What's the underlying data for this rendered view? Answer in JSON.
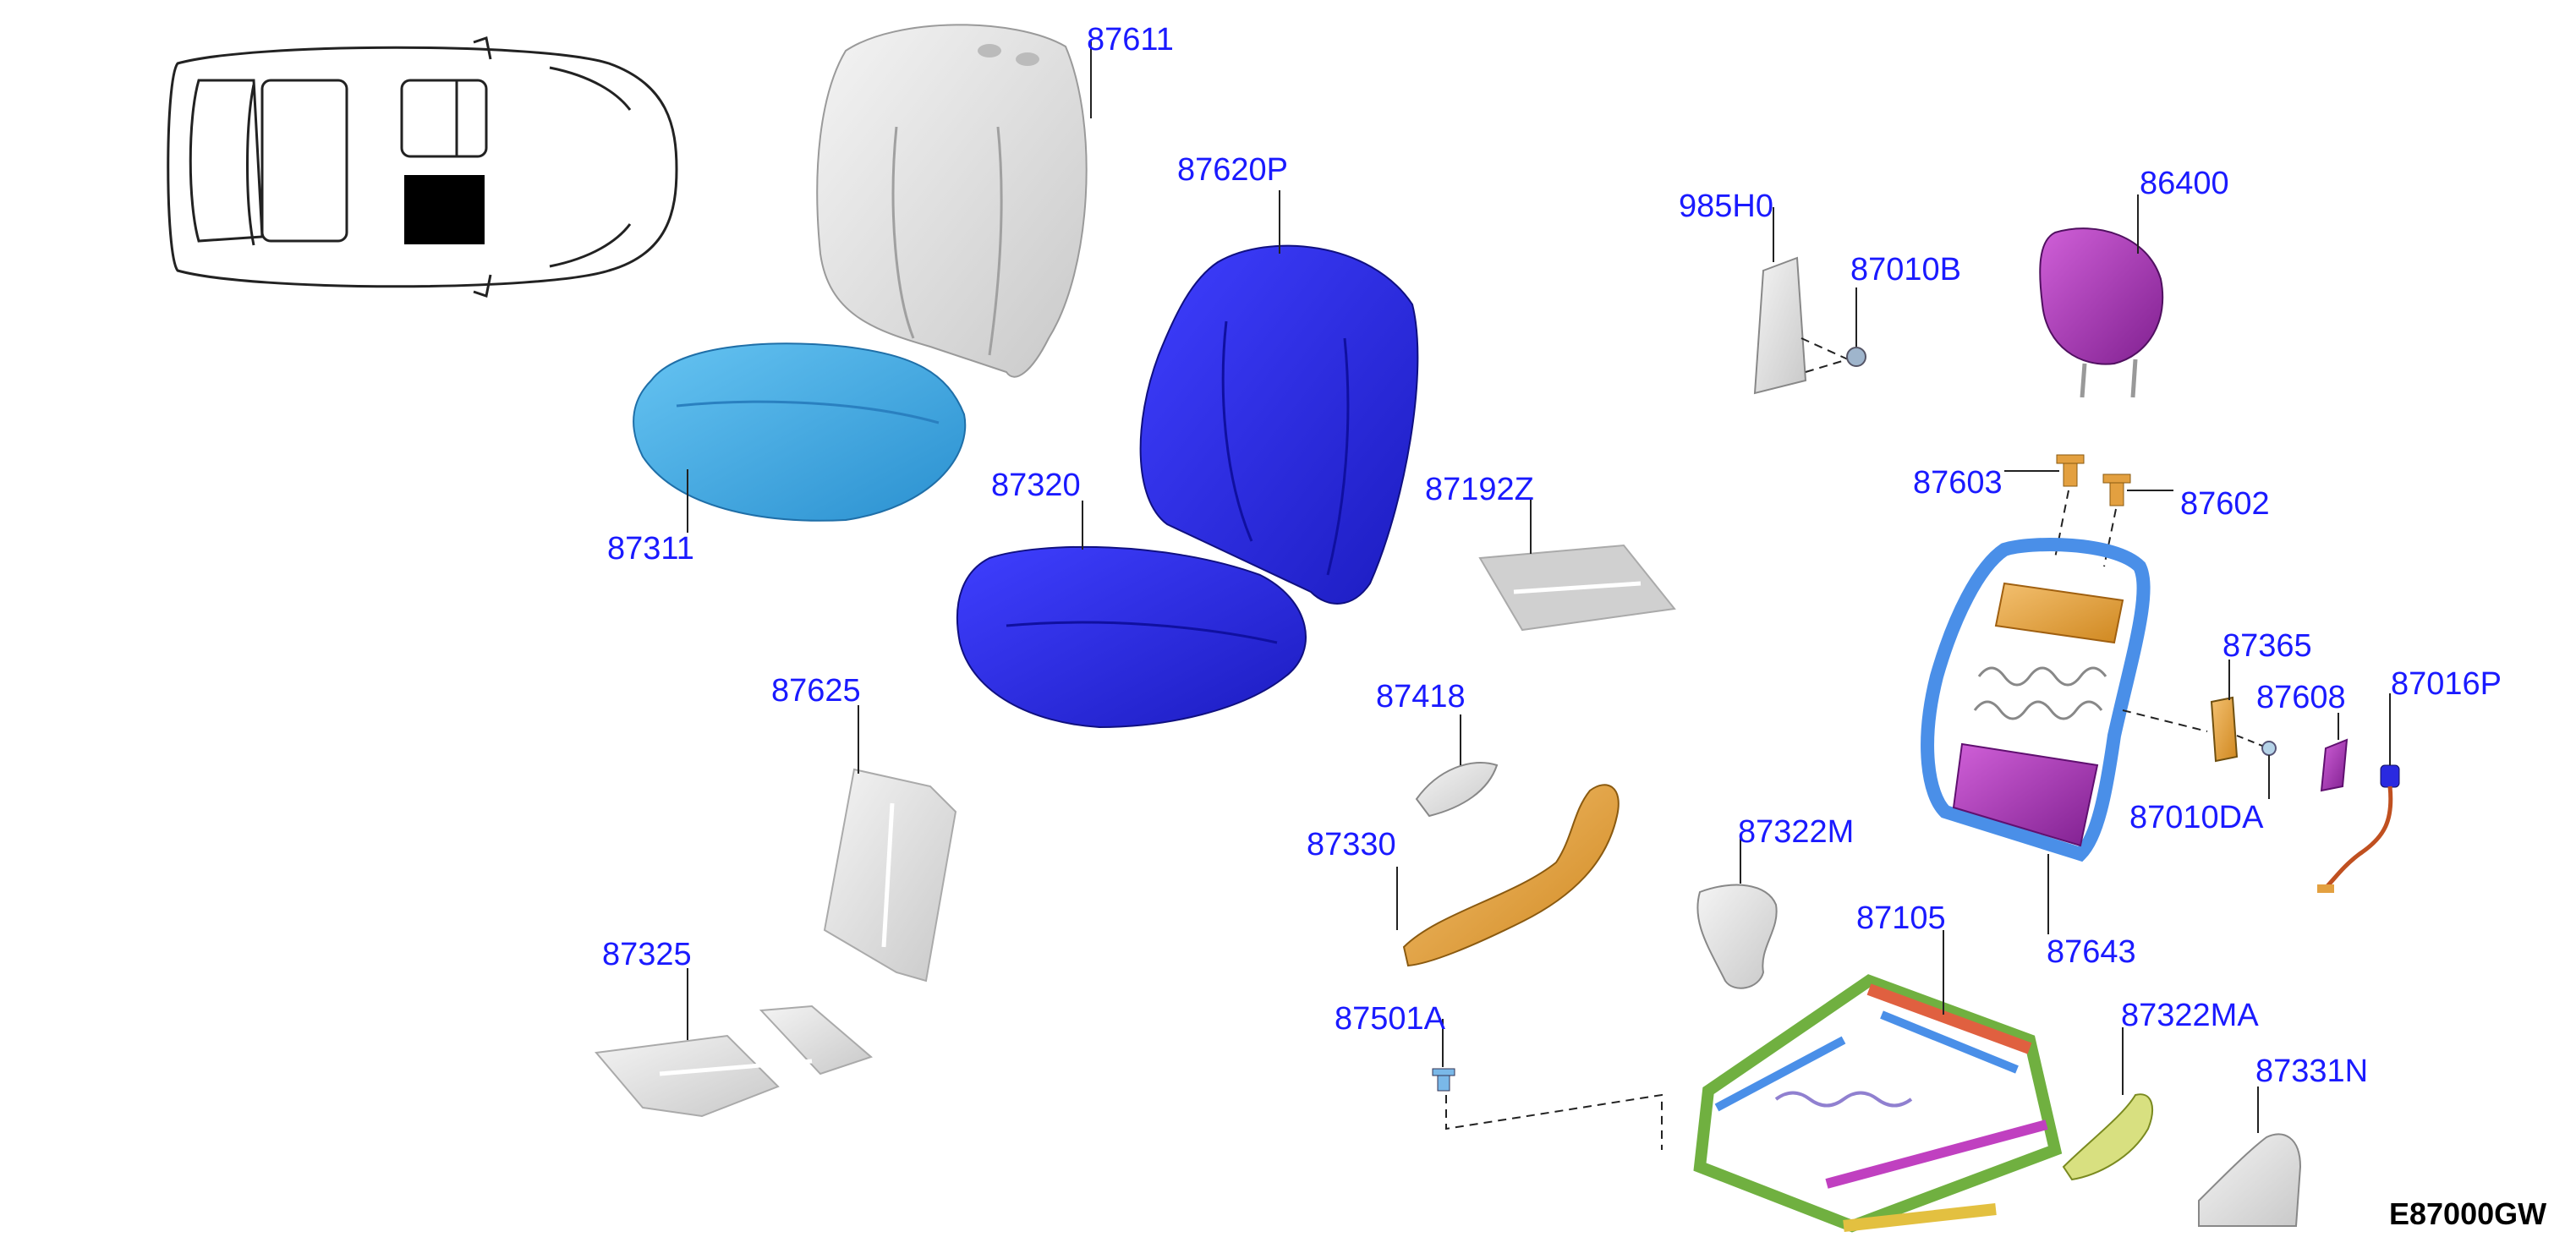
{
  "diagram": {
    "figure_code": "E87000GW",
    "callouts": {
      "c87611": "87611",
      "c87620P": "87620P",
      "c985H0": "985H0",
      "c86400": "86400",
      "c87010B": "87010B",
      "c87311": "87311",
      "c87320": "87320",
      "c87192Z": "87192Z",
      "c87603": "87603",
      "c87602": "87602",
      "c87365": "87365",
      "c87608": "87608",
      "c87016P": "87016P",
      "c87418": "87418",
      "c87625": "87625",
      "c87010DA": "87010DA",
      "c87330": "87330",
      "c87322M": "87322M",
      "c87105": "87105",
      "c87643": "87643",
      "c87325": "87325",
      "c87501A": "87501A",
      "c87322MA": "87322MA",
      "c87331N": "87331N"
    },
    "colors": {
      "label": "#1a1aff",
      "cushion_pad": "#3aa7e6",
      "seat_cover": "#2a2ae0",
      "trim_grey": "#d8d8d8",
      "headrest": "#b040c0",
      "frame_blue": "#4a8fe8",
      "frame_orange": "#e6a040",
      "frame_magenta": "#c040c0",
      "frame_green": "#70b040"
    }
  }
}
